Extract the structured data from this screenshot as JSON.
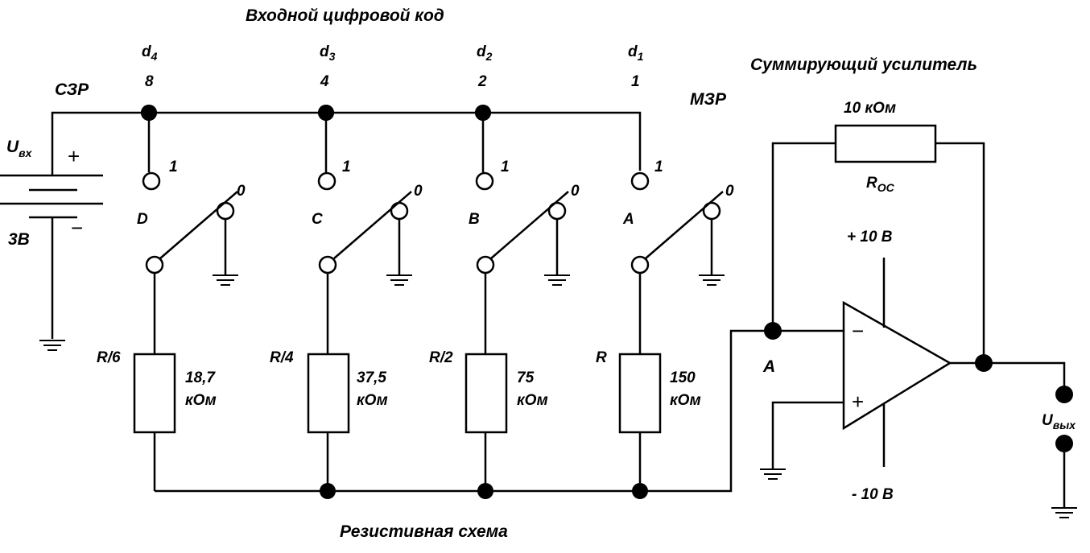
{
  "title_input_code": "Входной цифровой код",
  "title_adder": "Суммирующий усилитель",
  "title_resistive": "Резистивная схема",
  "msb_label": "СЗР",
  "lsb_label": "МЗР",
  "source": {
    "u_main": "U",
    "u_sub": "вх",
    "voltage": "3В",
    "plus": "+",
    "minus": "−"
  },
  "bits": [
    {
      "d_main": "d",
      "d_sub": "4",
      "weight": "8",
      "switch": "D",
      "res_name": "R/6",
      "res_value": "18,7",
      "res_unit": "кОм"
    },
    {
      "d_main": "d",
      "d_sub": "3",
      "weight": "4",
      "switch": "C",
      "res_name": "R/4",
      "res_value": "37,5",
      "res_unit": "кОм"
    },
    {
      "d_main": "d",
      "d_sub": "2",
      "weight": "2",
      "switch": "B",
      "res_name": "R/2",
      "res_value": "75",
      "res_unit": "кОм"
    },
    {
      "d_main": "d",
      "d_sub": "1",
      "weight": "1",
      "switch": "A",
      "res_name": "R",
      "res_value": "150",
      "res_unit": "кОм"
    }
  ],
  "contact_one": "1",
  "contact_zero": "0",
  "feedback": {
    "value": "10 кОм",
    "name_main": "R",
    "name_sub": "ОС"
  },
  "opamp": {
    "vplus": "+ 10 В",
    "vminus": "- 10 В",
    "inv": "−",
    "noninv": "+"
  },
  "node_a": "А",
  "output": {
    "u_main": "U",
    "u_sub": "вых"
  }
}
